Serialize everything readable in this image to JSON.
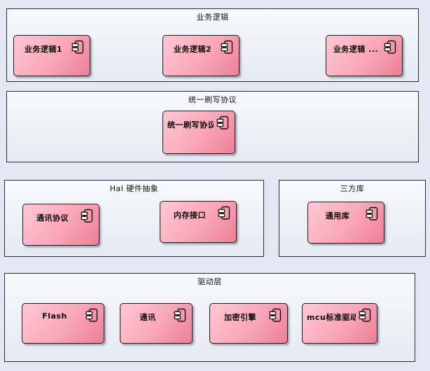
{
  "theme": {
    "bg": "#e3e7f1",
    "pkg-top": "#f7f9fc",
    "pkg-bottom": "#e5e9f2",
    "comp-light": "#ffc8d3",
    "comp-dark": "#ee7e95",
    "border_color": "#1d1d22",
    "shadow_color": "#6e7387"
  },
  "diagram": {
    "type": "uml-component-diagram",
    "groups": [
      {
        "label": "业务逻辑",
        "components": [
          {
            "label": "业务逻辑1"
          },
          {
            "label": "业务逻辑2"
          },
          {
            "label": "业务逻辑 ..."
          }
        ]
      },
      {
        "label": "统一刷写协议",
        "components": [
          {
            "label": "统一刷写协议"
          }
        ]
      },
      {
        "label": "Hal 硬件抽象",
        "components": [
          {
            "label": "通讯协议"
          },
          {
            "label": "内存接口"
          }
        ]
      },
      {
        "label": "三方库",
        "components": [
          {
            "label": "通用库"
          }
        ]
      },
      {
        "label": "驱动层",
        "components": [
          {
            "label": "Flash"
          },
          {
            "label": "通讯"
          },
          {
            "label": "加密引擎"
          },
          {
            "label": "mcu标准驱动"
          }
        ]
      }
    ]
  }
}
